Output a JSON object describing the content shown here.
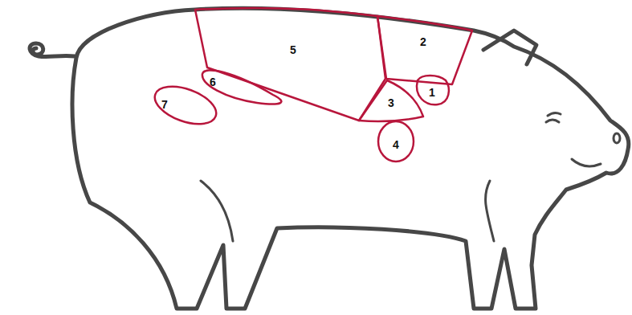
{
  "diagram": {
    "nodes": [
      {
        "text": [
          "1"
        ]
      },
      {
        "text": [
          "2"
        ]
      },
      {
        "text": [
          "3"
        ]
      },
      {
        "text": [
          "4"
        ]
      },
      {
        "text": [
          "5"
        ]
      },
      {
        "text": [
          "6"
        ]
      },
      {
        "text": [
          "7"
        ]
      }
    ]
  }
}
